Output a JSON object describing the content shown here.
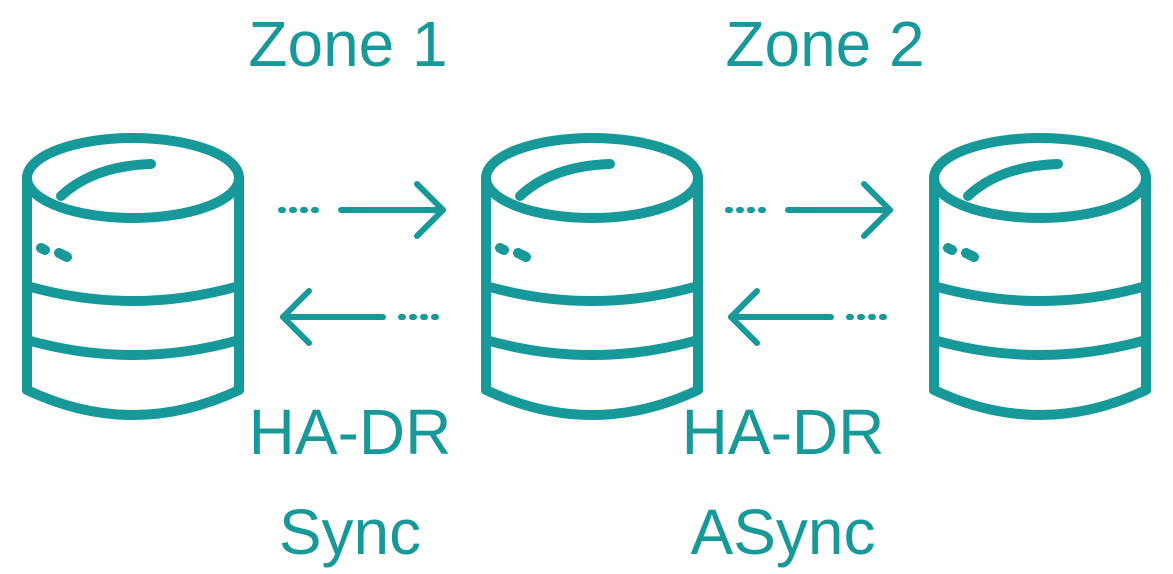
{
  "accent_color": "#17999A",
  "zones": {
    "zone1_label": "Zone 1",
    "zone2_label": "Zone 2"
  },
  "links": [
    {
      "mode_label": "HA-DR",
      "sync_label": "Sync"
    },
    {
      "mode_label": "HA-DR",
      "sync_label": "ASync"
    }
  ],
  "icons": {
    "database": "database-icon",
    "arrow_right": "arrow-right-icon",
    "arrow_left": "arrow-left-icon"
  }
}
